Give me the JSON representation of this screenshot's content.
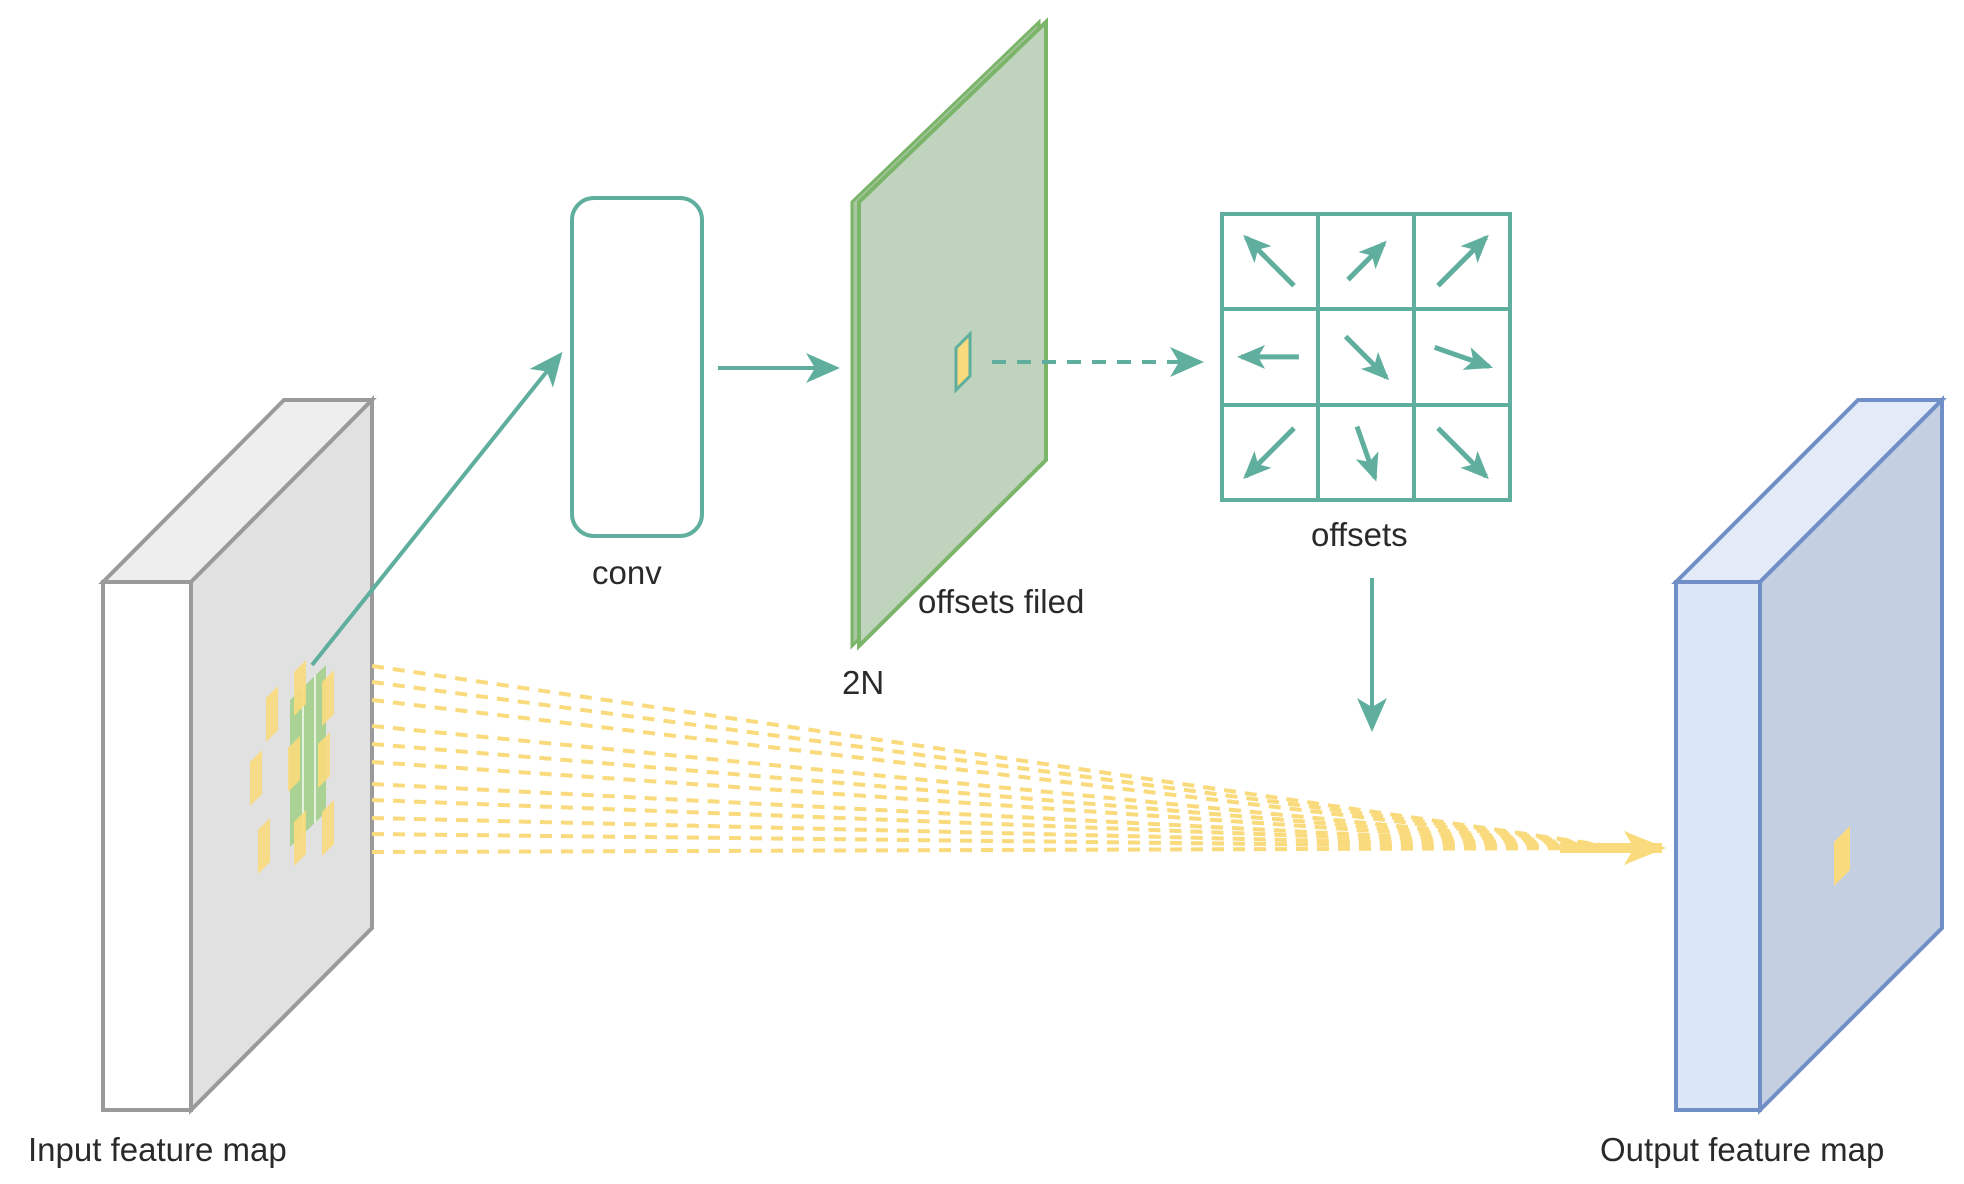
{
  "labels": {
    "conv": "conv",
    "offsets_field": "offsets filed",
    "channels": "2N",
    "offsets": "offsets",
    "input": "Input feature map",
    "output": "Output feature map"
  },
  "colors": {
    "teal": "#5fae9e",
    "field_front": "#bfd3bd",
    "field_edge": "#7bb56a",
    "sample_yellow": "#f9da7c",
    "input_front": "#ffffff",
    "input_side": "#e1e1e1",
    "input_stroke": "#9a9a9a",
    "output_front": "#dbe6f7",
    "output_side": "#c5cfe2",
    "output_stroke": "#6f8fc6"
  },
  "offset_grid": {
    "rows": 3,
    "cols": 3,
    "arrow_directions": [
      "up-left",
      "up-right",
      "up-right",
      "left",
      "down-right",
      "right",
      "down-left",
      "down",
      "down-right"
    ]
  }
}
